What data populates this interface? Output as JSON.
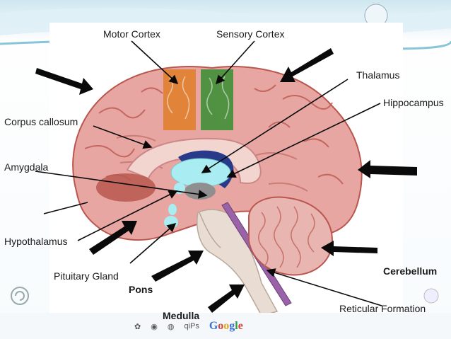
{
  "labels": {
    "motor_cortex": "Motor Cortex",
    "sensory_cortex": "Sensory Cortex",
    "thalamus": "Thalamus",
    "hippocampus": "Hippocampus",
    "corpus_callosum": "Corpus callosum",
    "amygdala": "Amygdala",
    "hypothalamus": "Hypothalamus",
    "pituitary_gland": "Pituitary Gland",
    "pons": "Pons",
    "medulla": "Medulla",
    "cerebellum": "Cerebellum",
    "reticular_formation": "Reticular Formation"
  },
  "footer": {
    "google_letters": [
      "G",
      "o",
      "o",
      "g",
      "l",
      "e"
    ],
    "logo_text": "qiPs"
  },
  "colors": {
    "motor_cortex": "#e07f2e",
    "sensory_cortex": "#3f8f37",
    "brain": "#e8a6a2",
    "brain_dark": "#b9574f",
    "ventricle": "#a9ecf2",
    "fornix": "#283a8a",
    "reticular": "#9a63a8",
    "arrow": "#0a0a0a",
    "header_teal": "#3a9fc0"
  }
}
